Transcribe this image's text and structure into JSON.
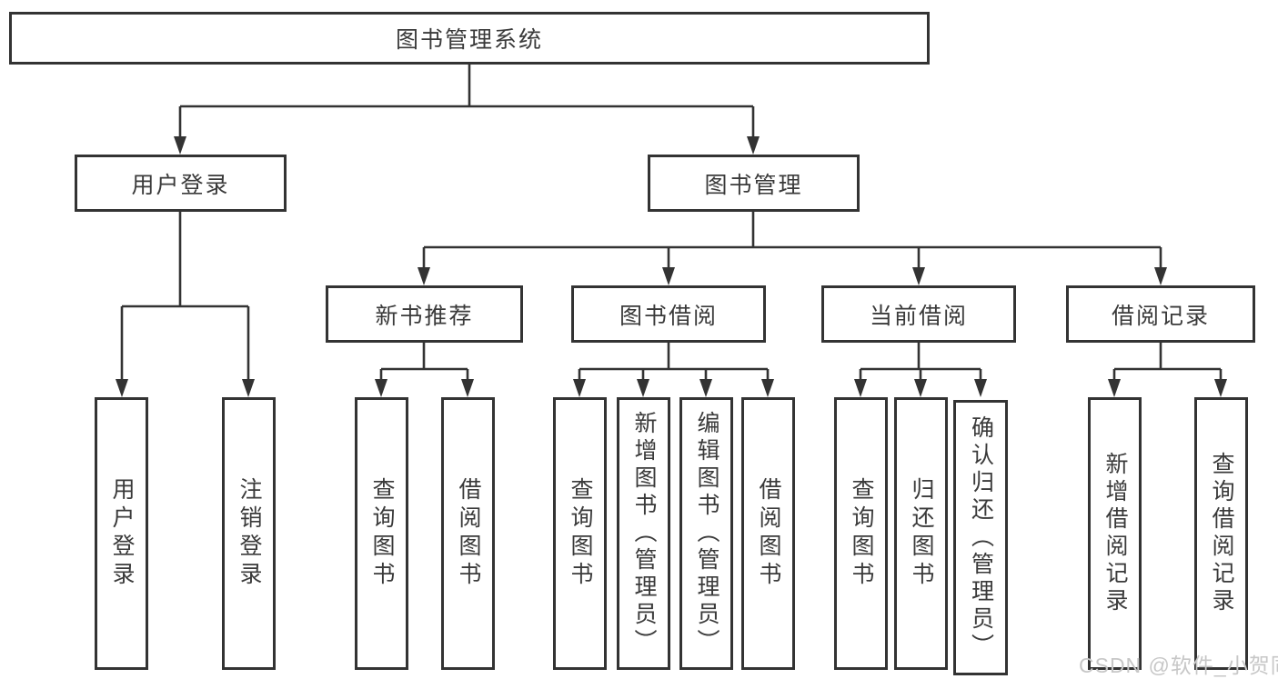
{
  "diagram": {
    "root": {
      "label": "图书管理系统"
    },
    "branches": [
      {
        "label": "用户登录",
        "leaves": [
          {
            "label": "用户登录"
          },
          {
            "label": "注销登录"
          }
        ]
      },
      {
        "label": "图书管理",
        "sections": [
          {
            "label": "新书推荐",
            "leaves": [
              {
                "label": "查询图书"
              },
              {
                "label": "借阅图书"
              }
            ]
          },
          {
            "label": "图书借阅",
            "leaves": [
              {
                "label": "查询图书"
              },
              {
                "label": "新增图书（管理员）"
              },
              {
                "label": "编辑图书（管理员）"
              },
              {
                "label": "借阅图书"
              }
            ]
          },
          {
            "label": "当前借阅",
            "leaves": [
              {
                "label": "查询图书"
              },
              {
                "label": "归还图书"
              },
              {
                "label": "确认归还（管理员）"
              }
            ]
          },
          {
            "label": "借阅记录",
            "leaves": [
              {
                "label": "新增借阅记录"
              },
              {
                "label": "查询借阅记录"
              }
            ]
          }
        ]
      }
    ],
    "line_color": "#333333",
    "box_background": "#ffffff"
  },
  "watermark": {
    "text": "CSDN @软件_小贺同学"
  }
}
